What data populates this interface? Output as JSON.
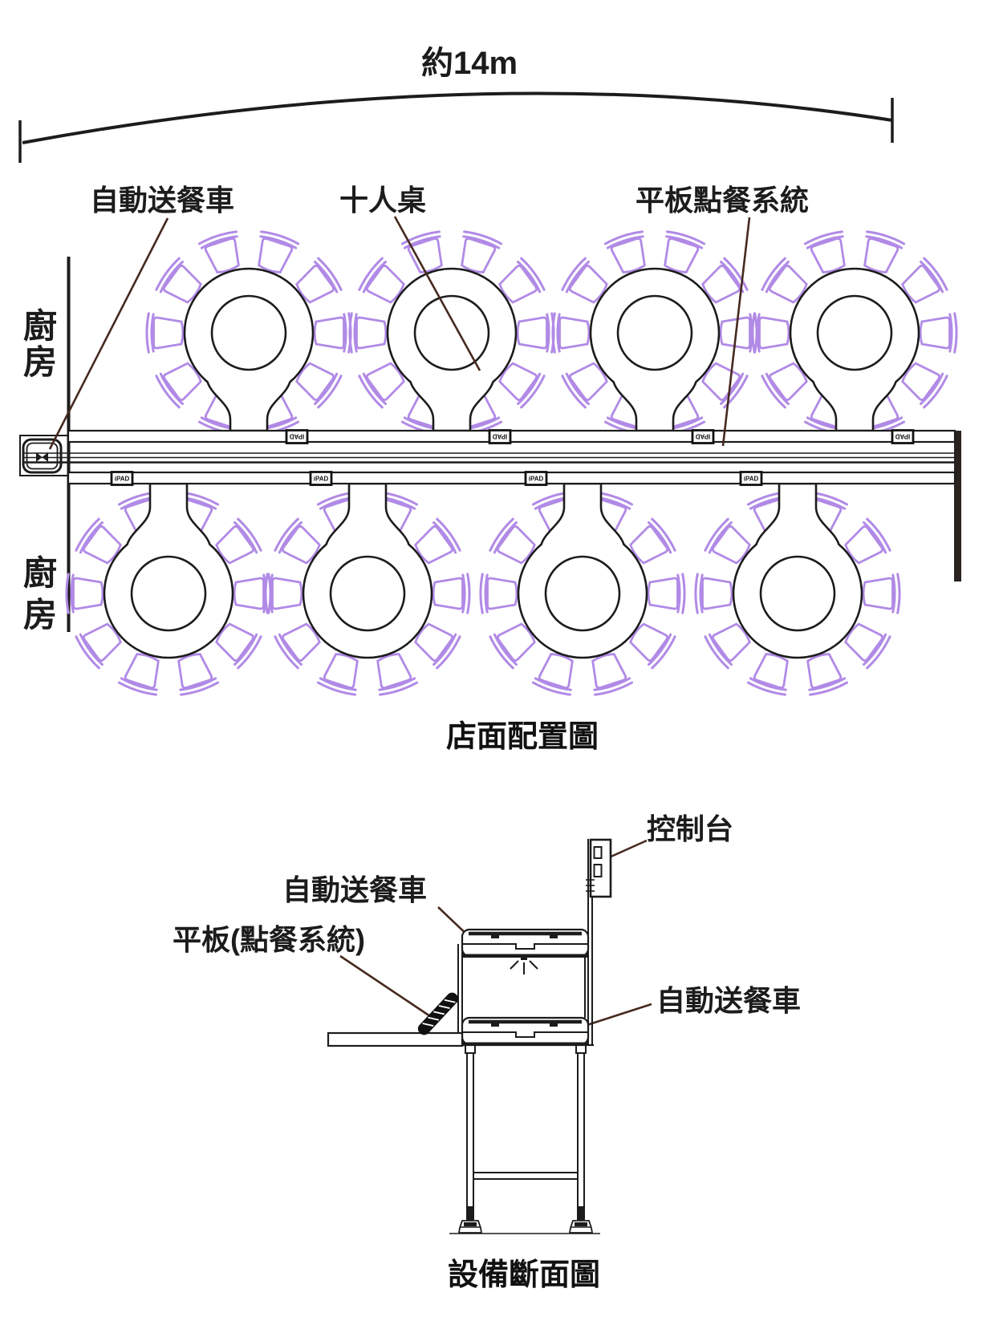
{
  "dimension": {
    "label": "約14m"
  },
  "plan": {
    "caption": "店面配置圖",
    "label_cart": "自動送餐車",
    "label_table": "十人桌",
    "label_tablet": "平板點餐系統",
    "kitchen_top": {
      "char1": "廚",
      "char2": "房"
    },
    "kitchen_bottom": {
      "char1": "廚",
      "char2": "房"
    },
    "ipad_top_text": "IPAD",
    "ipad_bottom_text": "iPAD",
    "tables_top_x": [
      310,
      563,
      816,
      1065
    ],
    "tables_bottom_x": [
      210,
      458,
      726,
      994
    ],
    "chair_count_per_table": 10
  },
  "section": {
    "caption": "設備斷面圖",
    "label_cart_top": "自動送餐車",
    "label_console": "控制台",
    "label_tablet": "平板(點餐系統)",
    "label_cart_bottom": "自動送餐車"
  },
  "colors": {
    "chair": "#b18ae6",
    "line": "#1c1c1c",
    "leader": "#46291f",
    "wall": "#2a221e"
  }
}
